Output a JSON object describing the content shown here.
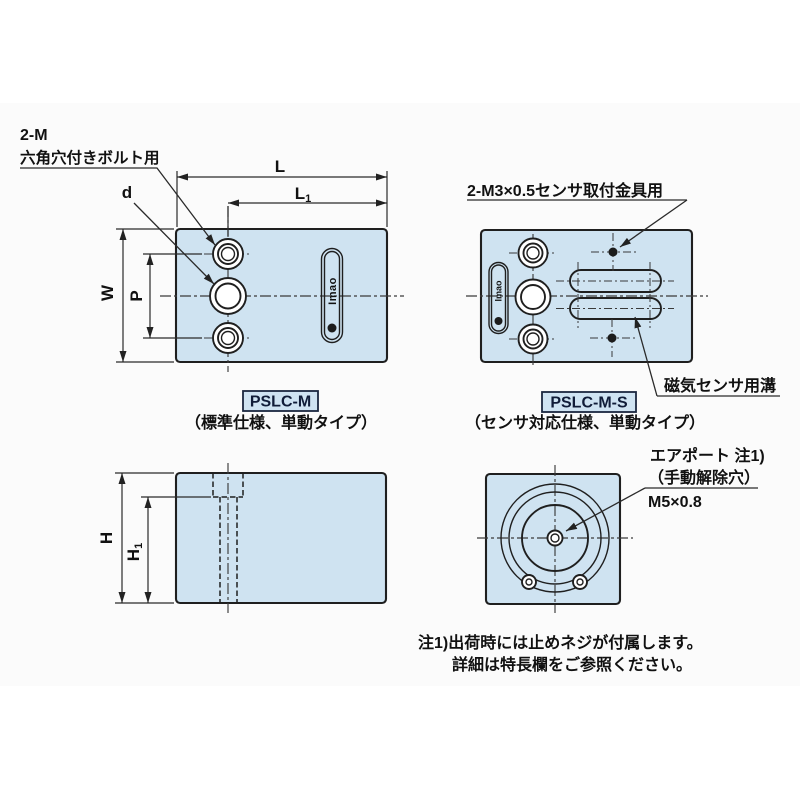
{
  "colors": {
    "part_fill": "#cfe3f1",
    "outline": "#1f1f1f",
    "centerline": "#3a3a3a",
    "dimension": "#2a2a2a",
    "text": "#111111",
    "badge_fill": "#cfe3f2",
    "canvas_bg": "#fbfbfb"
  },
  "dims": {
    "L": "L",
    "L1": {
      "base": "L",
      "sub": "1"
    },
    "W": "W",
    "P": "P",
    "d": "d",
    "H": "H",
    "H1": {
      "base": "H",
      "sub": "1"
    }
  },
  "annotations": {
    "bolt_hole_line1": "2-M",
    "bolt_hole_line2": "六角穴付きボルト用",
    "sensor_tap": "2-M3×0.5センサ取付金具用",
    "sensor_groove": "磁気センサ用溝",
    "air_port_line1": "エアポート 注1)",
    "air_port_line2": "（手動解除穴）",
    "air_port_thread": "M5×0.8"
  },
  "models": {
    "standard": {
      "name": "PSLC-M",
      "caption": "（標準仕様、単動タイプ）"
    },
    "sensor": {
      "name": "PSLC-M-S",
      "caption": "（センサ対応仕様、単動タイプ）"
    }
  },
  "logo_text": "Imao",
  "notes": {
    "line1": "注1)出荷時には止めネジが付属します。",
    "line2": "詳細は特長欄をご参照ください。"
  }
}
